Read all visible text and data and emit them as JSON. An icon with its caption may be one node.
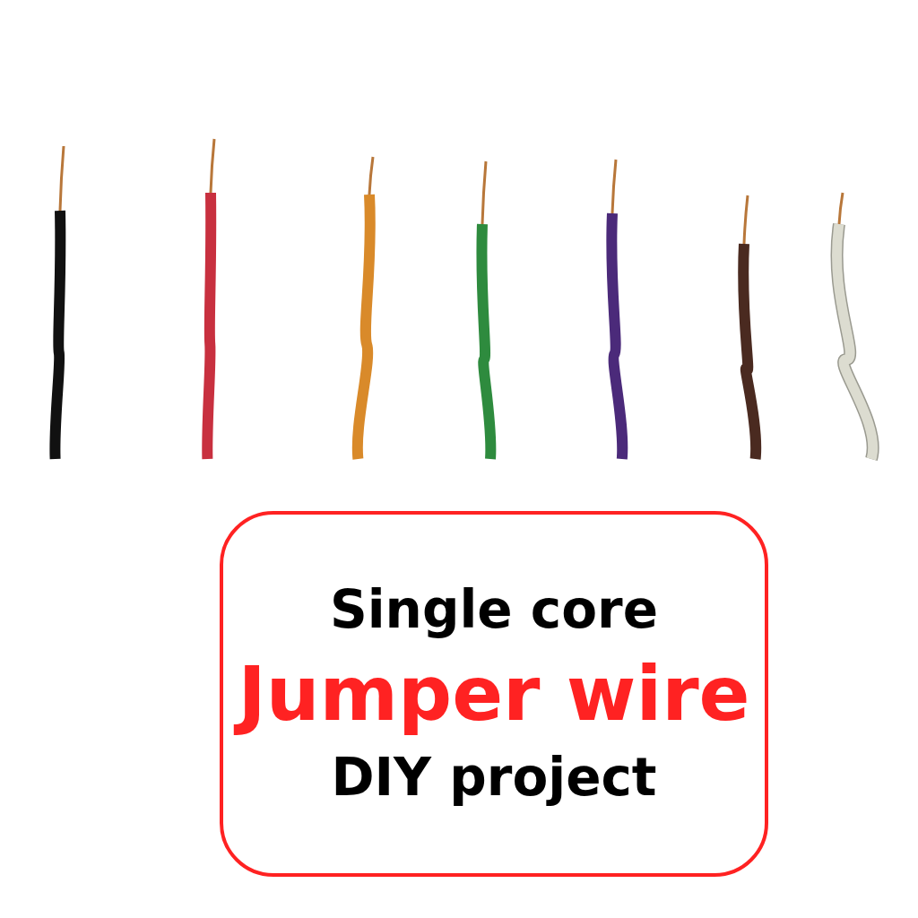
{
  "diagram": {
    "nodes": [
      {
        "text": [
          "Single core",
          "Jumper wire",
          "DIY project"
        ]
      }
    ]
  }
}
